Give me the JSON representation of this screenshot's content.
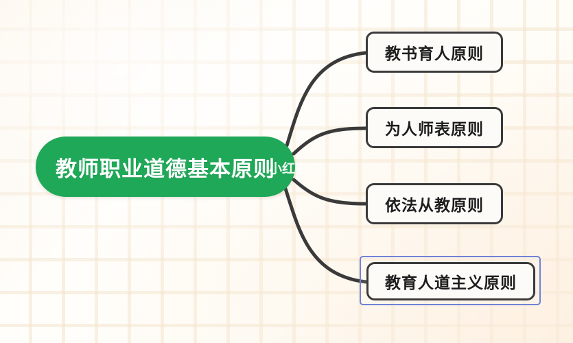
{
  "diagram": {
    "type": "mind-map",
    "root": {
      "label": "教师职业道德基本原则",
      "fill_color": "#1fa858",
      "text_color": "#ffffff"
    },
    "branches": [
      {
        "label": "教书育人原则",
        "selected": false,
        "border_color": "#3a3a3a"
      },
      {
        "label": "为人师表原则",
        "selected": false,
        "border_color": "#3a3a3a"
      },
      {
        "label": "依法从教原则",
        "selected": false,
        "border_color": "#3a3a3a"
      },
      {
        "label": "教育人道主义原则",
        "selected": true,
        "border_color": "#3a3a3a"
      }
    ],
    "selection": {
      "target_label": "教育人道主义原则",
      "outline_color": "#7182d6"
    },
    "connector_color": "#3a3a3a",
    "background": {
      "style": "grid-paper",
      "base_color": "#fffdf9",
      "grid_color": "#f3e4cd"
    }
  },
  "watermark": {
    "text": "小红书",
    "color": "#ffffff"
  }
}
